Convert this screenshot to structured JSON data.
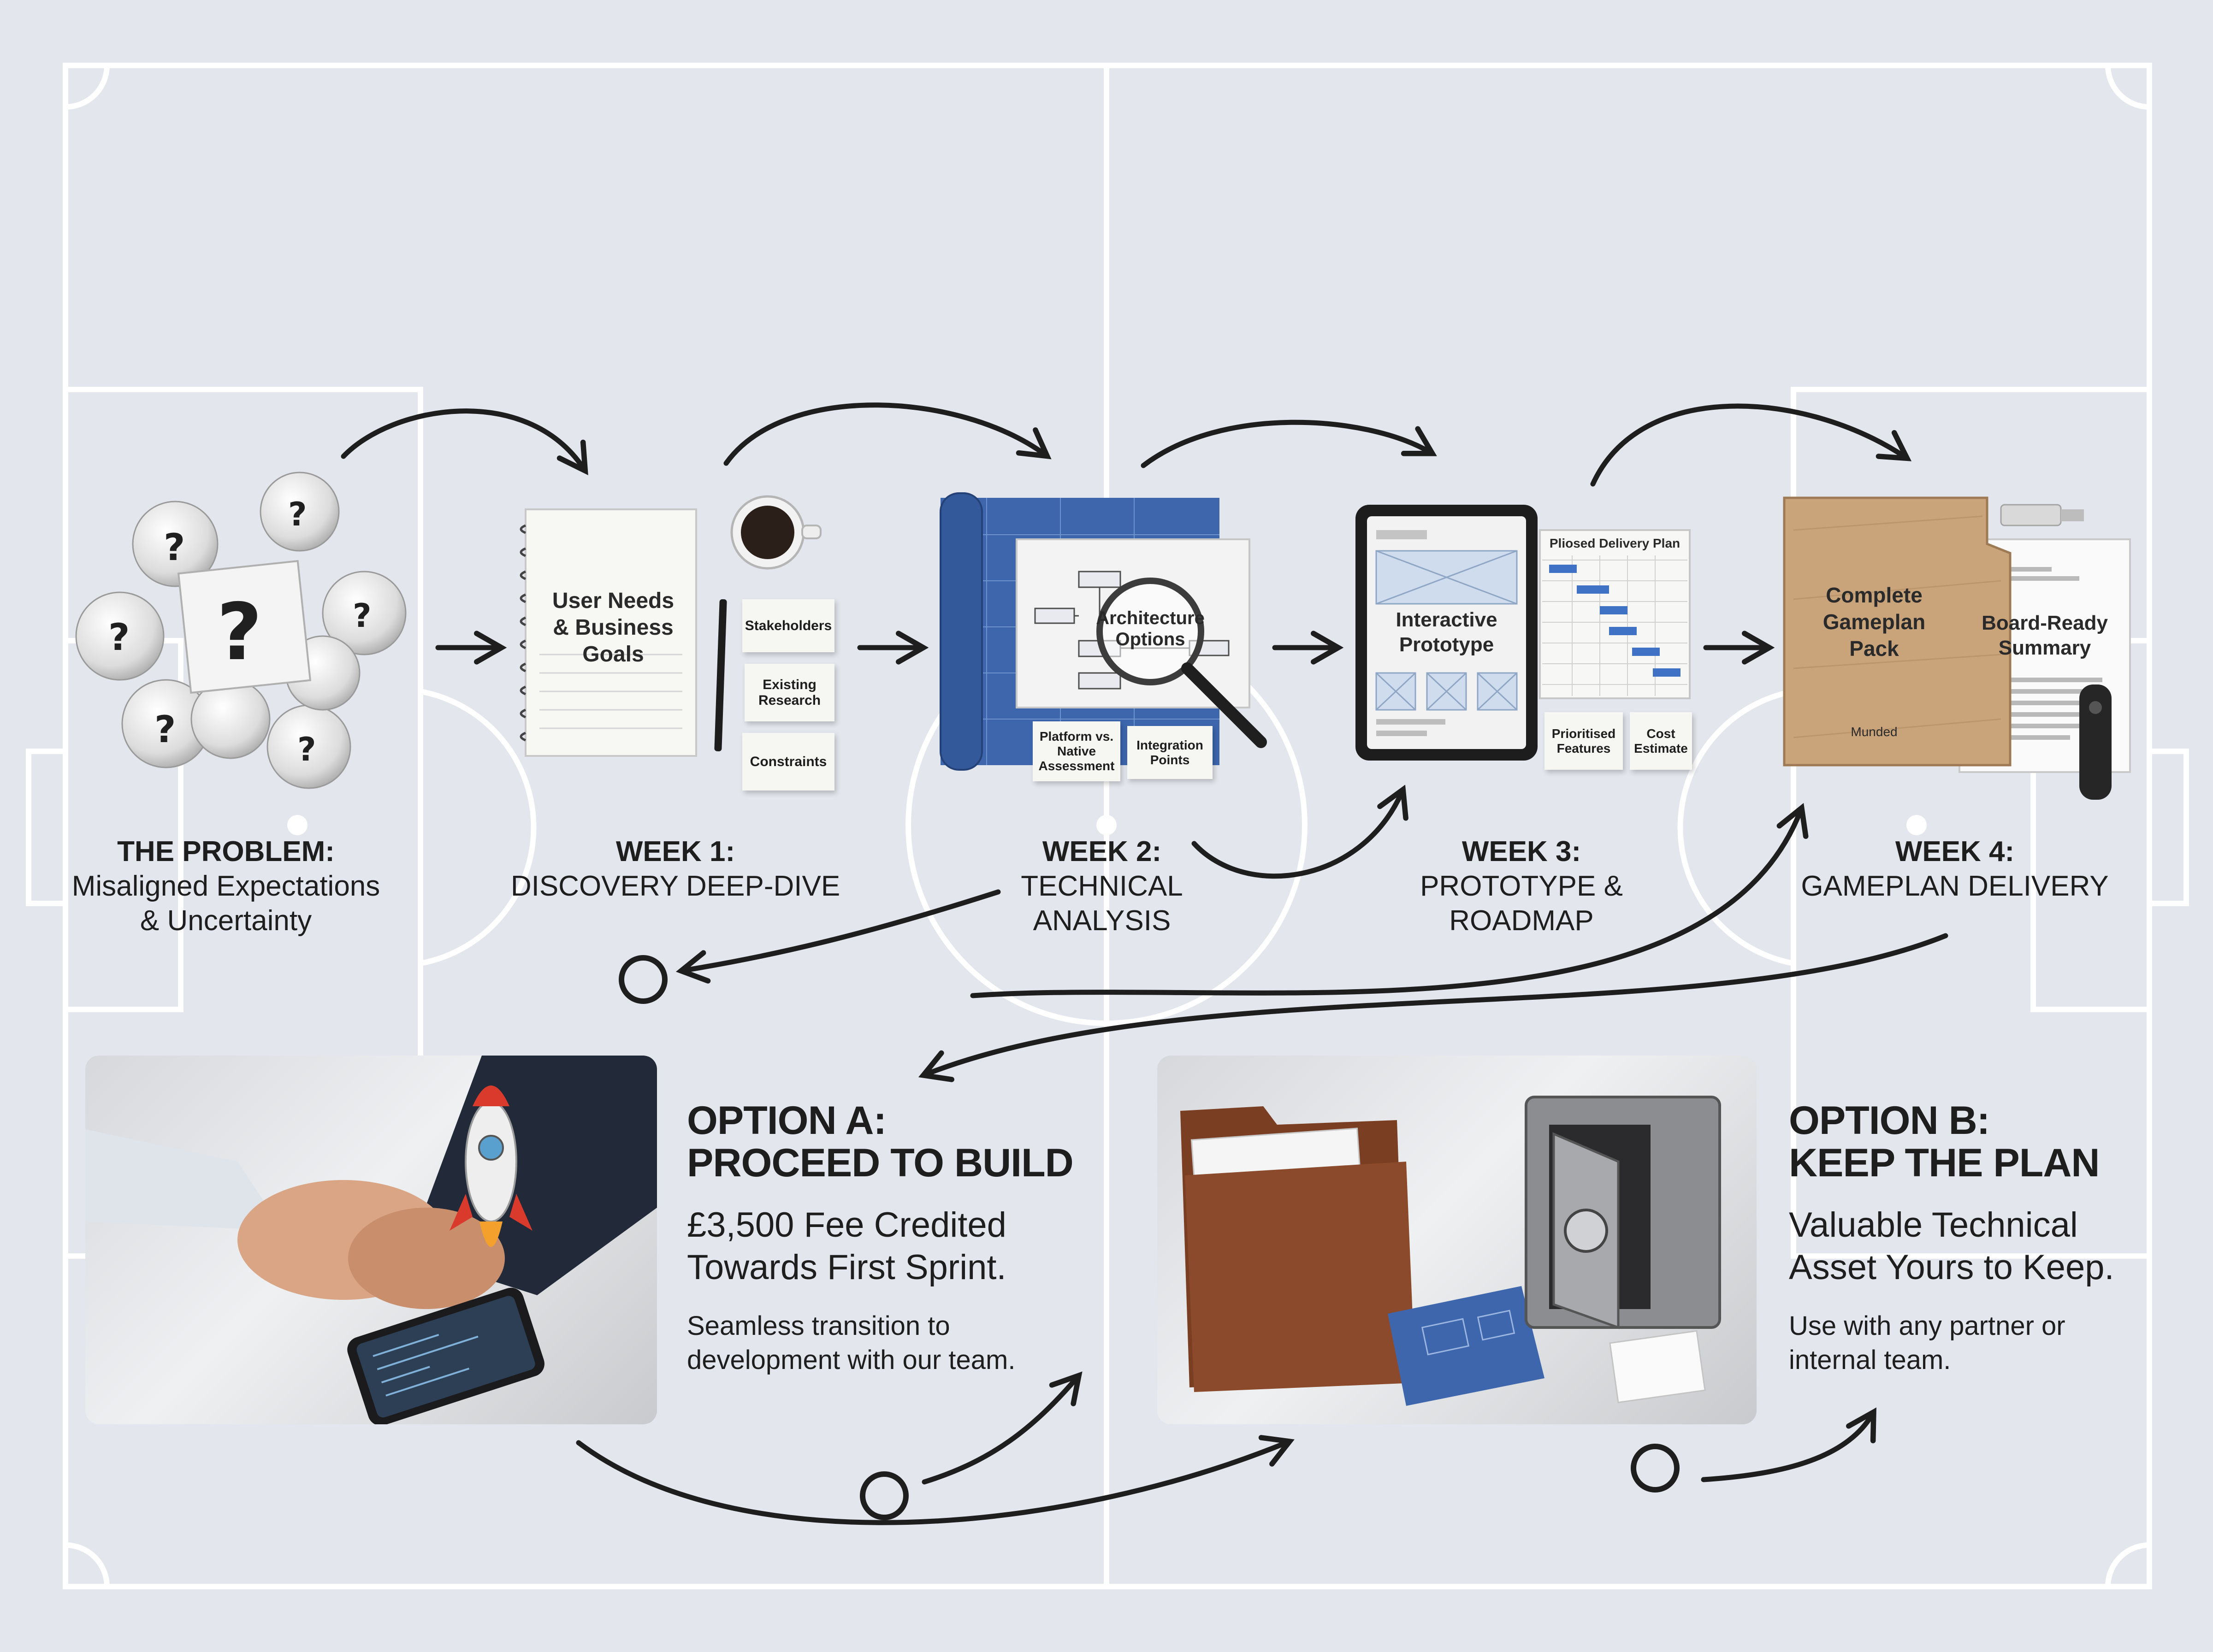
{
  "stages": [
    {
      "head": "THE PROBLEM:",
      "sub": "Misaligned Expectations\n& Uncertainty"
    },
    {
      "head": "WEEK 1:",
      "sub": "DISCOVERY DEEP-DIVE"
    },
    {
      "head": "WEEK 2:",
      "sub": "TECHNICAL\nANALYSIS"
    },
    {
      "head": "WEEK 3:",
      "sub": "PROTOTYPE &\nROADMAP"
    },
    {
      "head": "WEEK 4:",
      "sub": "GAMEPLAN DELIVERY"
    }
  ],
  "week1": {
    "notebook": "User Needs\n& Business\nGoals",
    "notes": [
      "Stakeholders",
      "Existing\nResearch",
      "Constraints"
    ]
  },
  "week2": {
    "center": "Architecture\nOptions",
    "notes": [
      "Platform vs.\nNative\nAssessment",
      "Integration\nPoints"
    ]
  },
  "week3": {
    "tablet": "Interactive\nPrototype",
    "chart_title": "Pliosed Delivery Plan",
    "notes": [
      "Prioritised\nFeatures",
      "Cost\nEstimate"
    ]
  },
  "week4": {
    "folder": "Complete\nGameplan\nPack",
    "folder_logo": "Munded",
    "summary": "Board-Ready\nSummary"
  },
  "option_a": {
    "title": "OPTION A:\nPROCEED TO BUILD",
    "main": "£3,500 Fee Credited\nTowards First Sprint.",
    "desc": "Seamless transition to\ndevelopment with our team."
  },
  "option_b": {
    "title": "OPTION B:\nKEEP THE PLAN",
    "main": "Valuable Technical\nAsset Yours to Keep.",
    "desc": "Use with any partner or\ninternal team."
  },
  "colors": {
    "background": "#e3e6ec",
    "pitch_lines": "#ffffff",
    "ink": "#1e1e1e",
    "blueprint": "#3d66ad",
    "folder": "#c9a37a",
    "wallet": "#8a4a2b",
    "safe": "#8b8d90"
  }
}
